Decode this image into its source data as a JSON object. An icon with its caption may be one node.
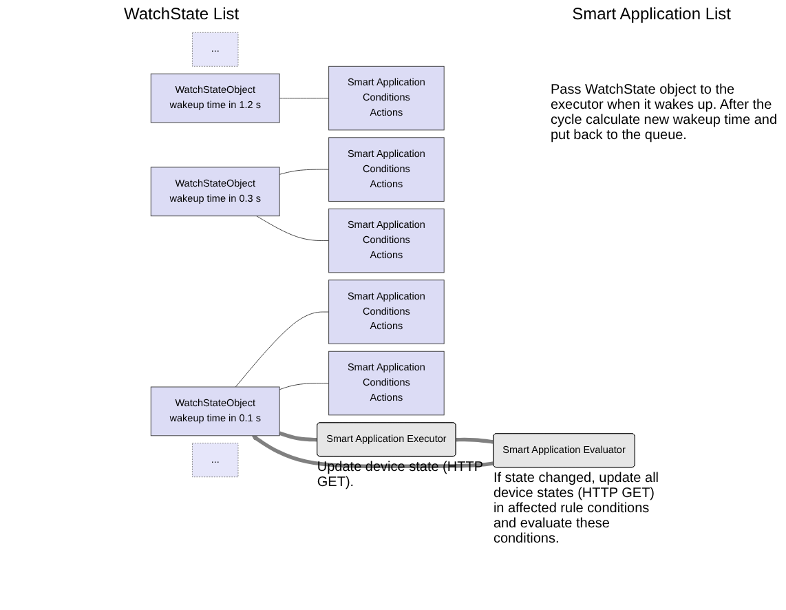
{
  "diagram": {
    "nodes": [
      {
        "text": [
          "..."
        ]
      },
      {
        "text": [
          "WatchStateObject",
          "wakeup time in 1.2 s"
        ]
      },
      {
        "text": [
          "WatchStateObject",
          "wakeup time in 0.3 s"
        ]
      },
      {
        "text": [
          "WatchStateObject",
          "wakeup time in 0.1 s"
        ]
      },
      {
        "text": [
          "..."
        ]
      },
      {
        "text": [
          "Smart Application",
          "Conditions",
          "Actions"
        ]
      },
      {
        "text": [
          "Smart Application",
          "Conditions",
          "Actions"
        ]
      },
      {
        "text": [
          "Smart Application",
          "Conditions",
          "Actions"
        ]
      },
      {
        "text": [
          "Smart Application",
          "Conditions",
          "Actions"
        ]
      },
      {
        "text": [
          "Smart Application",
          "Conditions",
          "Actions"
        ]
      },
      {
        "text": [
          "Smart Application Executor"
        ],
        "beside": [
          "Update device state (HTTP GET)."
        ]
      },
      {
        "text": [
          "Smart Application Evaluator"
        ],
        "beside": [
          "If state changed, update all device states (HTTP GET) in affected rule conditions and evaluate these conditions."
        ]
      }
    ],
    "edges": [
      {
        "from": 1,
        "to": 7,
        "arrow": "none"
      },
      {
        "from": 2,
        "to": 6,
        "arrow": "none"
      },
      {
        "from": 2,
        "to": 9,
        "arrow": "none"
      },
      {
        "from": 3,
        "to": 5,
        "arrow": "none"
      },
      {
        "from": 3,
        "to": 8,
        "arrow": "none"
      },
      {
        "from": 3,
        "to": 10,
        "arrow": "none",
        "style": "thick",
        "color": "#808080"
      },
      {
        "from": 10,
        "to": 11,
        "arrow": "none",
        "style": "thick",
        "color": "#808080"
      },
      {
        "from": 11,
        "to": 3,
        "arrow": "to",
        "style": "thick",
        "color": "#808080"
      }
    ],
    "labels": [
      "WatchState List",
      "Smart Application List",
      "Pass WatchState object to the executor when it wakes up. After the cycle calculate new wakeup time and put back to the queue."
    ]
  }
}
